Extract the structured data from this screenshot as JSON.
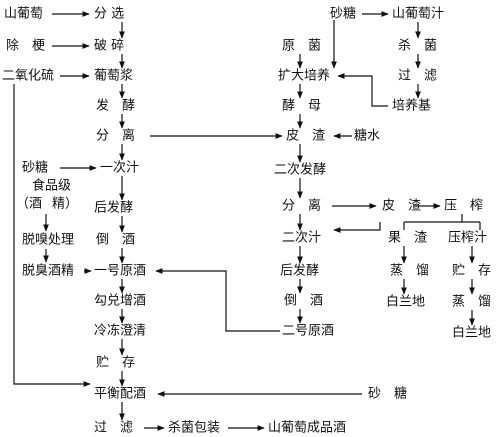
{
  "nodes": {
    "grape": "山葡萄",
    "destem": "除　梗",
    "so2": "二氧化硫",
    "sort": "分 选",
    "crush": "破 碎",
    "must": "葡萄浆",
    "ferment": "发　酵",
    "separate1": "分　离",
    "sugar1": "砂糖",
    "food_grade": "食品级",
    "alcohol_l": "（酒",
    "alcohol_r": "精）",
    "first_juice": "一次汁",
    "post_ferment1": "后发酵",
    "rack1": "倒　酒",
    "deodorize": "脱嗅处理",
    "deodorized_alcohol": "脱臭酒精",
    "wine_no1": "一号原酒",
    "blend_fortify": "勾兑增酒",
    "freeze_clarify": "冷冻澄清",
    "store1": "贮　存",
    "balance": "平衡配酒",
    "filter_final": "过　滤",
    "sterile_pack": "杀菌包装",
    "product": "山葡萄成品酒",
    "sugar_top": "砂糖",
    "grape_juice": "山葡萄汁",
    "sterilize": "杀　菌",
    "filter_mid": "过　滤",
    "culture_medium": "培养基",
    "strain": "原　菌",
    "expand": "扩大培养",
    "yeast": "酵　母",
    "pomace": "皮　渣",
    "sugar_water": "糖水",
    "second_ferment": "二次发酵",
    "separate2": "分　离",
    "pomace2": "皮　渣",
    "press": "压　榨",
    "second_juice": "二次汁",
    "post_ferment2": "后发酵",
    "rack2": "倒　酒",
    "wine_no2": "二号原酒",
    "fruit_residue": "果　渣",
    "press_juice": "压榨汁",
    "distill1": "蒸　馏",
    "store2": "贮　存",
    "brandy1": "白兰地",
    "distill2": "蒸　馏",
    "brandy2": "白兰地",
    "sugar_bottom": "砂　糖"
  }
}
